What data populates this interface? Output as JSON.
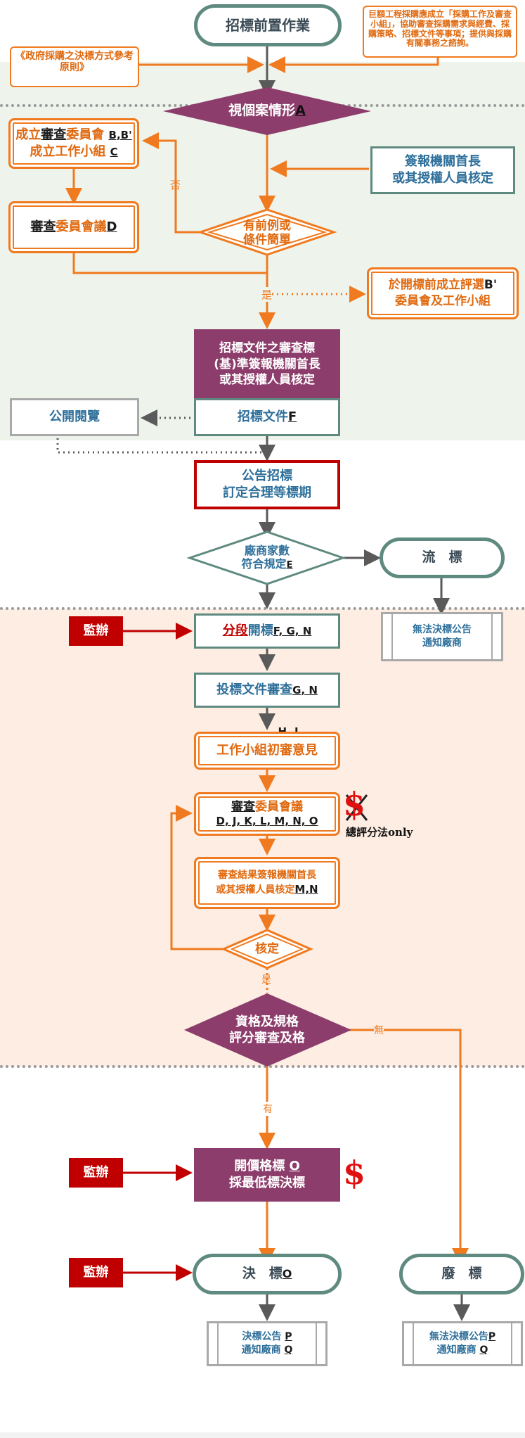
{
  "start": "招標前置作業",
  "note_top_right": "巨額工程採購應成立「採購工作及審查小組」，協助審查採購需求與經費、採購策略、招標文件等事項；提供與採購有關事務之諮詢。",
  "note_top_left": "《政府採購之決標方式參考原則》",
  "case": {
    "text": "視個案情形 ",
    "ref": "A"
  },
  "form_committee": {
    "l1a": "成立",
    "l1b": "審查",
    "l1c": "委員會 ",
    "l1ref": "B,B'",
    "l2": "成立工作小組 ",
    "l2ref": "C"
  },
  "review_meeting": {
    "a": "審查",
    "b": "委員會議 ",
    "ref": "D"
  },
  "head_approve_1": {
    "l1": "簽報機關首長",
    "l2": "或其授權人員核定"
  },
  "decision_simple": {
    "l1": "有前例或",
    "l2": "條件簡單"
  },
  "label_no": "否",
  "label_yes": "是",
  "before_open": {
    "l1": "於開標前成立評選",
    "ref": "B'",
    "l2": "委員會及工作小組"
  },
  "criteria_approve": {
    "l1": "招標文件之審查標",
    "l2": "(基)準簽報機關首長",
    "l3": "或其授權人員核定"
  },
  "public_view": "公開閱覽",
  "tender_docs": {
    "text": "招標文件 ",
    "ref": "F"
  },
  "announce": {
    "l1": "公告招標",
    "l2": "訂定合理等標期"
  },
  "vendor_count": {
    "l1": "廠商家數",
    "l2": "符合規定",
    "ref": "E"
  },
  "fail_bid": "流　標",
  "no_award_notice_1": {
    "l1": "無法決標公告",
    "l2": "通知廠商"
  },
  "monitor": "監辦",
  "staged_open": {
    "a": "分段",
    "b": "開標 ",
    "ref": "F, G, N"
  },
  "bid_review": {
    "text": "投標文件審查 ",
    "ref": "G, N"
  },
  "ref_hi": "H, I",
  "work_group": "工作小組初審意見",
  "committee_meeting": {
    "a": "審查",
    "b": "委員會議",
    "refs": "D, J, K, L, M, N, O"
  },
  "total_score_only": "總評分法only",
  "result_approve": {
    "l1": "審查結果簽報機關首長",
    "l2": "或其授權人員核定",
    "ref": "M,N"
  },
  "approved": "核定",
  "qualify": {
    "l1": "資格及規格",
    "l2": "評分審查及格"
  },
  "label_none": "無",
  "label_have": "有",
  "price_open": {
    "l1": "開價格標 ",
    "ref": "O",
    "l2": "採最低標決標"
  },
  "award": {
    "text": "決　標 ",
    "ref": "O"
  },
  "abolish": "廢　標",
  "award_notice": {
    "l1": "決標公告 ",
    "ref1": "P",
    "l2": "通知廠商 ",
    "ref2": "Q"
  },
  "no_award_notice_2": {
    "l1": "無法決標公告",
    "ref1": "P",
    "l2": "通知廠商 ",
    "ref2": "Q"
  },
  "dollar_sign": "$",
  "colors": {
    "teal": "#5f8a80",
    "orange": "#f07a1f",
    "purple": "#8c3d6b",
    "red": "#c00000",
    "grey": "#a9a9a9",
    "zone_green": "#eef4ec",
    "zone_peach": "#fdede3"
  }
}
